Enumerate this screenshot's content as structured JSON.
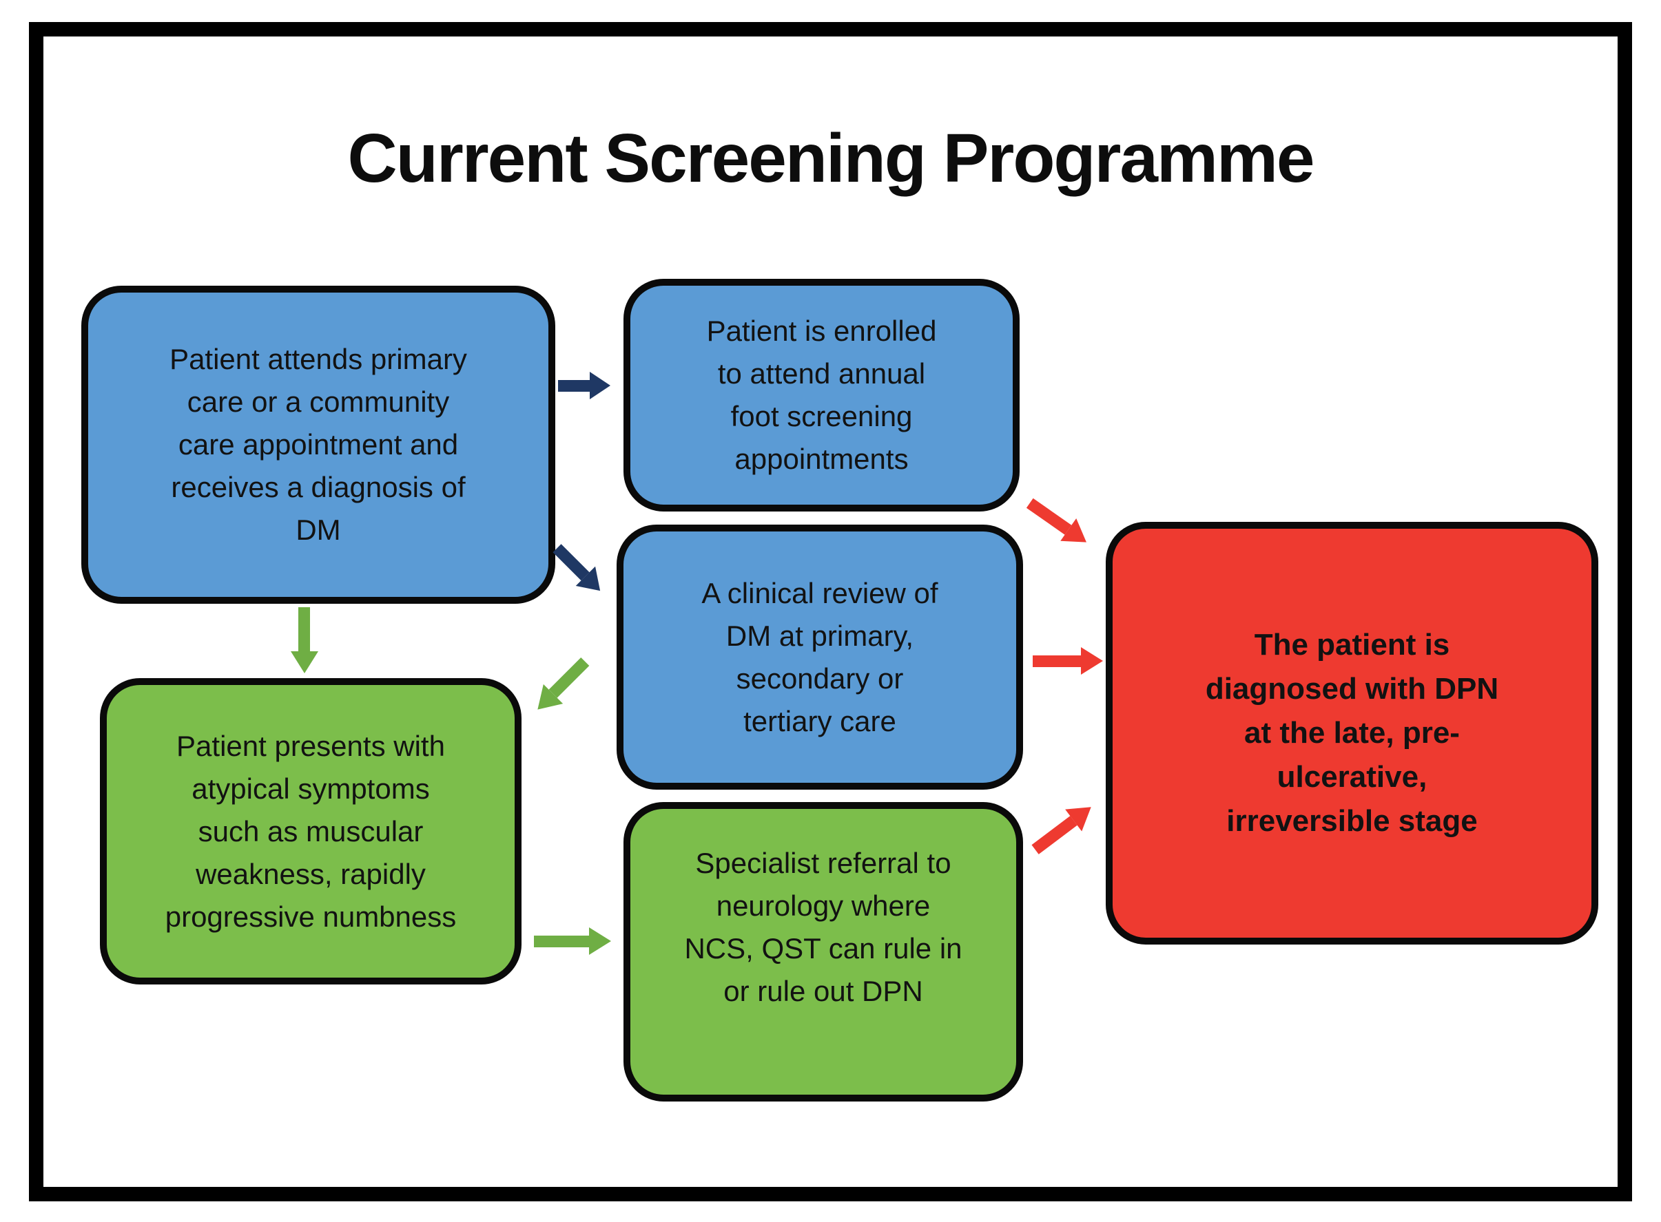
{
  "title": "Current Screening Programme",
  "colors": {
    "box_blue": "#5B9BD5",
    "box_green": "#7CBE4B",
    "box_red": "#EE3A30",
    "arrow_navy": "#1F3864",
    "arrow_green": "#6FAE44",
    "arrow_red": "#EE3A30",
    "border": "#000000",
    "background": "#FFFFFF"
  },
  "boxes": {
    "primary_care": {
      "color": "blue",
      "text": "Patient attends primary\ncare or a community\ncare appointment and\nreceives a diagnosis of\nDM"
    },
    "enrolled": {
      "color": "blue",
      "text": "Patient is enrolled\nto attend annual\nfoot screening\nappointments"
    },
    "clinical_review": {
      "color": "blue",
      "text": "A clinical review of\nDM at primary,\nsecondary or\ntertiary care"
    },
    "atypical_symptoms": {
      "color": "green",
      "text": "Patient presents with\natypical symptoms\nsuch as muscular\nweakness, rapidly\nprogressive numbness"
    },
    "specialist_referral": {
      "color": "green",
      "text": "Specialist referral to\nneurology where\nNCS, QST can rule in\nor rule out DPN"
    },
    "dpn_diagnosis": {
      "color": "red",
      "text": "The patient is\ndiagnosed with DPN\nat the late, pre-\nulcerative,\nirreversible stage"
    }
  },
  "arrows": [
    {
      "name": "primary-care-to-enrolled",
      "color": "navy",
      "direction": "right"
    },
    {
      "name": "primary-care-to-clinical-review",
      "color": "navy",
      "direction": "down-right"
    },
    {
      "name": "primary-care-to-atypical-symptoms",
      "color": "green",
      "direction": "down"
    },
    {
      "name": "clinical-review-to-atypical-symptoms",
      "color": "green",
      "direction": "down-left"
    },
    {
      "name": "atypical-symptoms-to-specialist-referral",
      "color": "green",
      "direction": "right"
    },
    {
      "name": "enrolled-to-dpn-diagnosis",
      "color": "red",
      "direction": "down-right"
    },
    {
      "name": "clinical-review-to-dpn-diagnosis",
      "color": "red",
      "direction": "right"
    },
    {
      "name": "specialist-referral-to-dpn-diagnosis",
      "color": "red",
      "direction": "up-right"
    }
  ]
}
